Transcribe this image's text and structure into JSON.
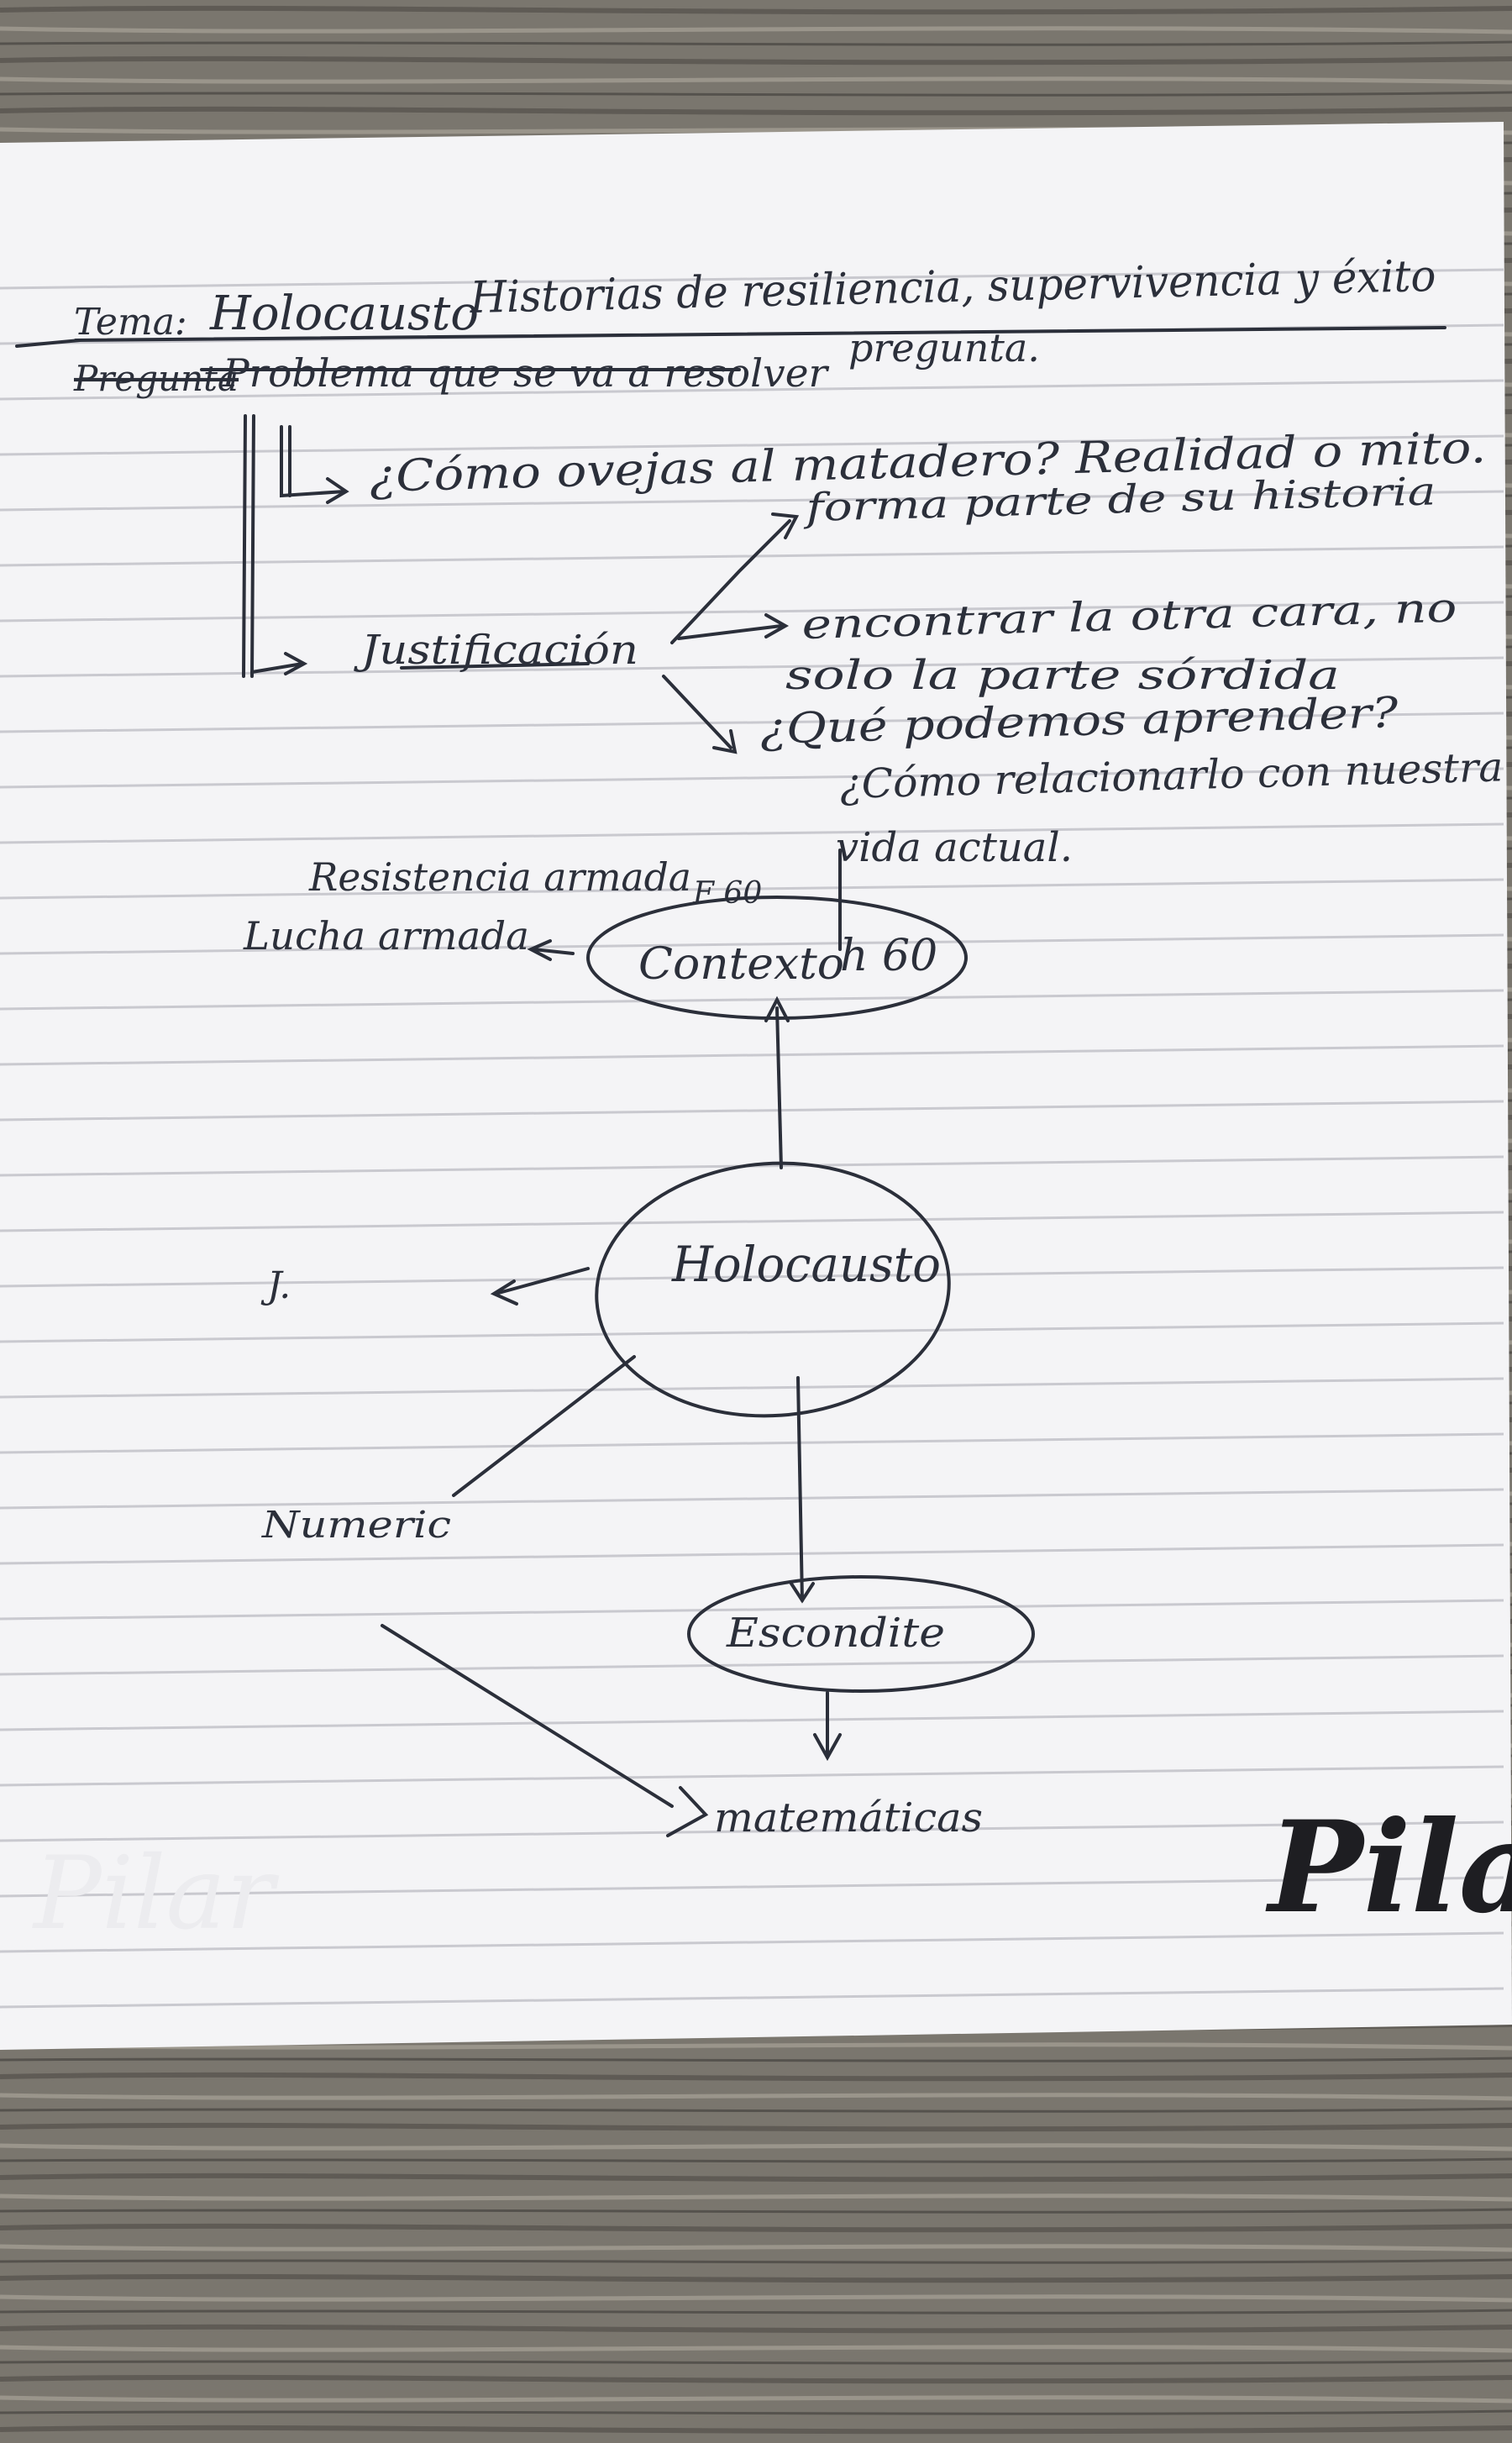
{
  "scene": {
    "description_colors": {
      "table_dark": "#4f4c47",
      "table_light": "#8c877d",
      "paper": "#f4f4f6",
      "rule_line": "#c9c9cf",
      "ink": "#2b2f3a"
    }
  },
  "notes": {
    "tema_label": "Tema:",
    "tema_title": "Holocausto",
    "tema_text": "Historias de resiliencia, supervivencia y éxito",
    "problema_strike": "Pregunta",
    "problema_line": "Problema que se va a resolver",
    "problema_arrow_target": "pregunta.",
    "question_line": "¿Cómo ovejas al matadero? Realidad o mito.",
    "forma_line": "forma parte de su historia",
    "justificacion": "Justificación",
    "encontrar_line1": "encontrar la otra cara, no",
    "encontrar_line2": "solo la parte sórdida",
    "que_aprender": "¿Qué podemos aprender?",
    "como_line1": "¿Cómo relacionarlo con nuestra",
    "como_line2": "vida actual."
  },
  "mindmap": {
    "resistencia": "Resistencia armada",
    "lucha": "Lucha armada",
    "contexto_top": "F 60",
    "contexto": "Contexto",
    "contexto_side": "h 60",
    "holocausto": "Holocausto",
    "left_mark": "J.",
    "numeric": "Numeric",
    "escondite": "Escondite",
    "matematicas": "matemáticas"
  },
  "brand": {
    "logo": "Pilar",
    "watermark": "Pilar"
  }
}
